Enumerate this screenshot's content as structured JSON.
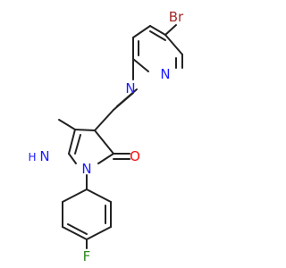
{
  "molecule": {
    "atoms": {
      "br": "Br",
      "n_pyridine": "N",
      "n_imine": "N",
      "nh": "H",
      "nh_n": "N",
      "n1": "N",
      "o": "O",
      "f": "F"
    },
    "colors": {
      "bond": "#222222",
      "bromine": "#a52a2a",
      "nitrogen": "#1a1aff",
      "oxygen": "#ff0d0d",
      "fluorine": "#2e8b1e"
    }
  }
}
